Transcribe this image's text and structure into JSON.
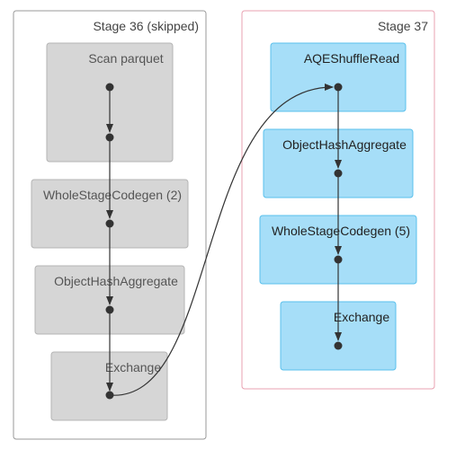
{
  "stages": [
    {
      "title": "Stage 36 (skipped)",
      "state": "skipped",
      "border_color": "#999999",
      "node_fill": "#d6d6d6",
      "node_stroke": "#b4b4b4",
      "nodes": [
        "Scan parquet",
        "WholeStageCodegen (2)",
        "ObjectHashAggregate",
        "Exchange"
      ]
    },
    {
      "title": "Stage 37",
      "state": "active",
      "border_color": "#e8a0b0",
      "node_fill": "#a6def8",
      "node_stroke": "#5ac0ec",
      "nodes": [
        "AQEShuffleRead",
        "ObjectHashAggregate",
        "WholeStageCodegen (5)",
        "Exchange"
      ]
    }
  ],
  "colors": {
    "edge": "#333333",
    "point": "#333333"
  }
}
